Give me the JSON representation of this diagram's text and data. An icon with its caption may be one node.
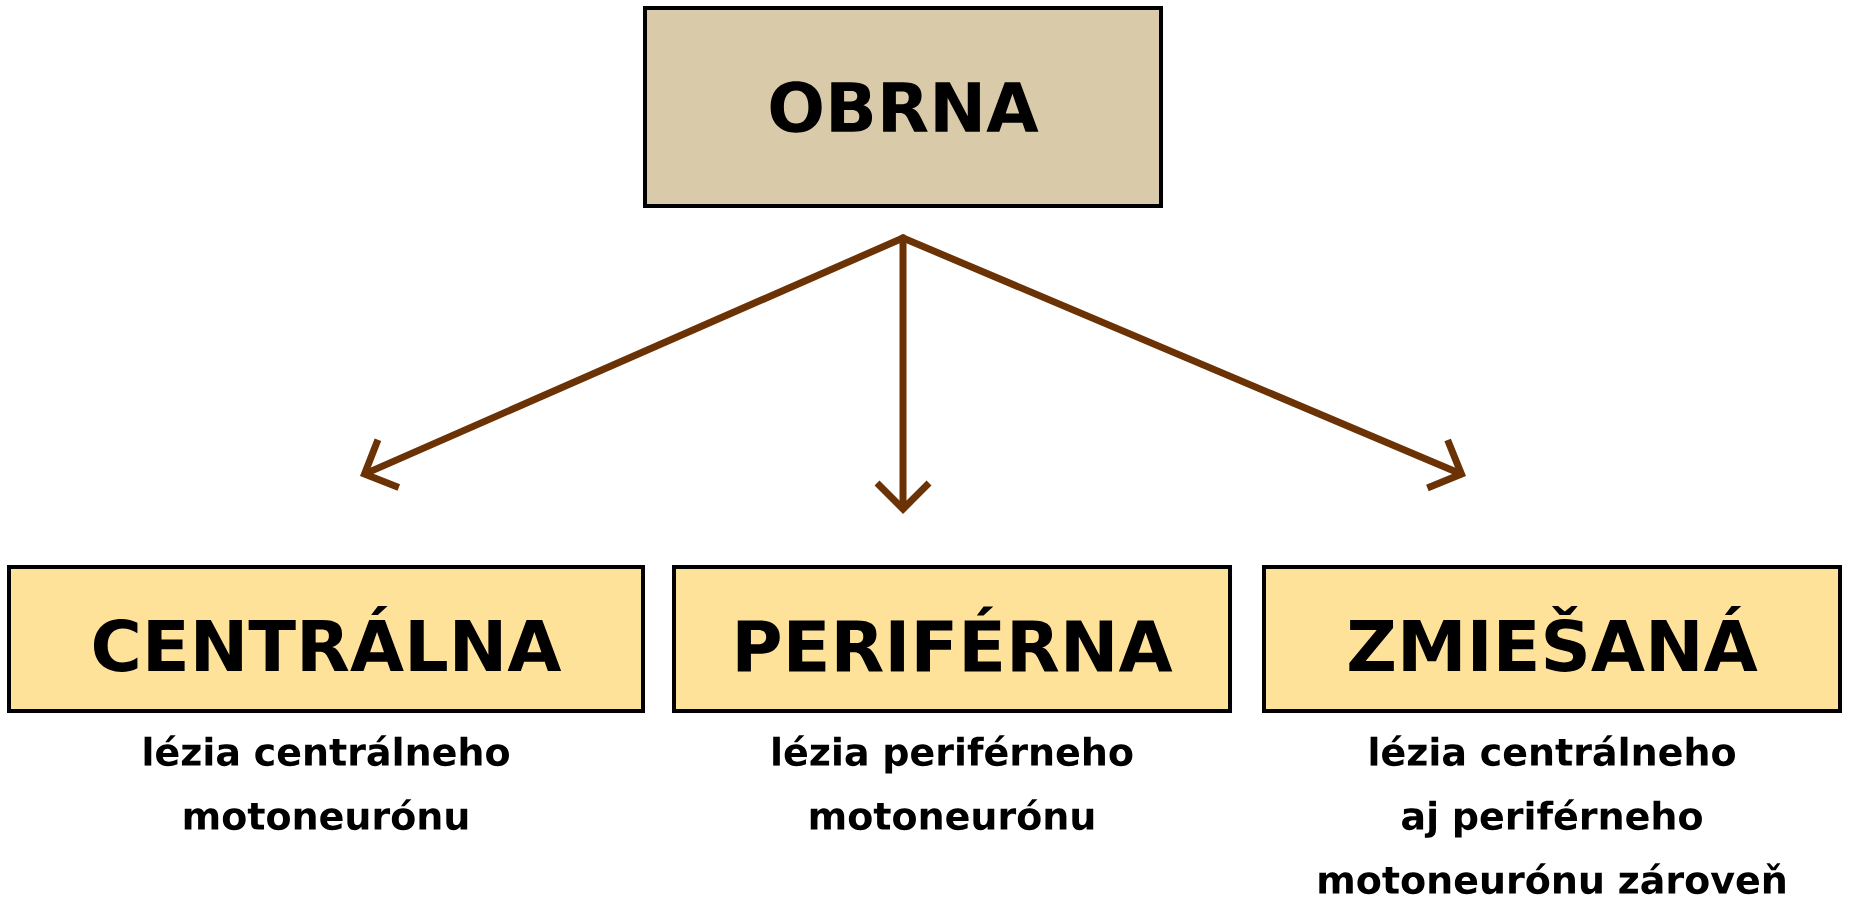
{
  "diagram": {
    "nodes": [
      {
        "text": [
          "OBRNA"
        ]
      },
      {
        "text": [
          "CENTRÁLNA"
        ],
        "beside": [
          "lézia centrálneho motoneurónu"
        ]
      },
      {
        "text": [
          "PERIFÉRNA"
        ],
        "beside": [
          "lézia periférneho motoneurónu"
        ]
      },
      {
        "text": [
          "ZMIEŠANÁ"
        ],
        "beside": [
          "lézia centrálneho aj periférneho motoneurónu zároveň"
        ]
      }
    ],
    "edges": [
      {
        "from": 0,
        "to": 1,
        "arrow": "to"
      },
      {
        "from": 0,
        "to": 2,
        "arrow": "to"
      },
      {
        "from": 0,
        "to": 3,
        "arrow": "to"
      }
    ]
  }
}
